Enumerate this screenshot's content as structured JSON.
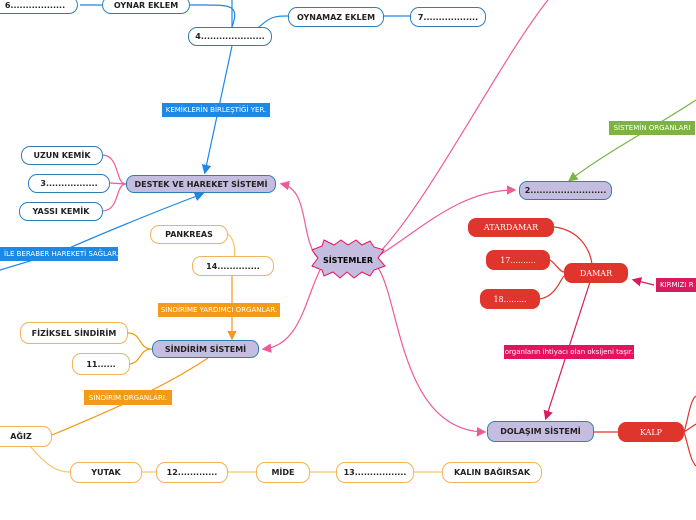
{
  "center": "SİSTEMLER",
  "nodes": {
    "n6": "6..................",
    "oynar_eklem": "OYNAR EKLEM",
    "oynamaz_eklem": "OYNAMAZ EKLEM",
    "n7": "7..................",
    "n4": "4.....................",
    "uzun_kemik": "UZUN KEMİK",
    "n3": "3.................",
    "yassi_kemik": "YASSI KEMİK",
    "destek": "DESTEK VE HAREKET SİSTEMİ",
    "pankreas": "PANKREAS",
    "n14": "14..............",
    "fiziksel": "FİZİKSEL SİNDİRİM",
    "n11": "11......",
    "sindirim": "SİNDİRİM SİSTEMİ",
    "agiz": "AĞIZ",
    "yutak": "YUTAK",
    "n12": "12.............",
    "mide": "MİDE",
    "n13": "13.................",
    "kalin": "KALIN BAĞIRSAK",
    "n2": "2.........................",
    "atardamar": "ATARDAMAR",
    "n17": "17..........",
    "n18": "18.........",
    "damar": "DAMAR",
    "dolasim": "DOLAŞIM SİSTEMİ",
    "kalp": "KALP"
  },
  "tags": {
    "kemik_birlesti": "KEMİKLERİN BİRLEŞTİĞİ YER.",
    "hareket": "İLE BERABER HAREKETİ SAĞLAR.",
    "yardimci": "SİNDİRİME YARDIMCI ORGANLAR.",
    "sindirim_organlari": "SİNDİRİM ORGANLARI.",
    "sistemin_organlari": "SİSTEMİN ORGANLARI",
    "oksijen": "organların ihtiyacı olan oksijeni taşır.",
    "kirmizi": "KIRMIZI R"
  },
  "colors": {
    "pink": "#ee5a9a",
    "blue": "#1e88e5",
    "orange": "#f39a18",
    "light_orange": "#f7c56a",
    "green": "#7cb342",
    "magenta": "#d91a5c",
    "red": "#e0352c",
    "lavender": "#c4bddf",
    "node_border": "#2e7fb8"
  }
}
